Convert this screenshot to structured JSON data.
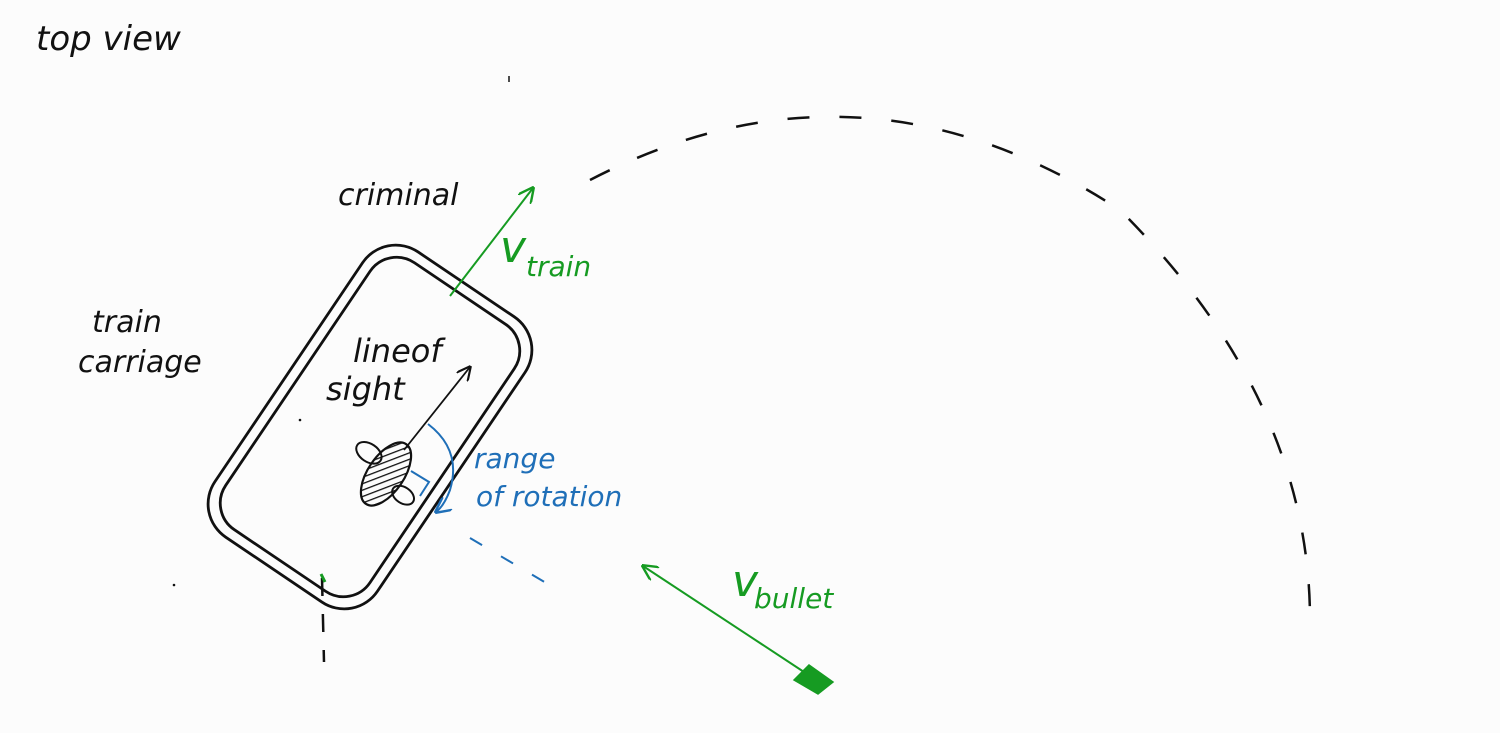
{
  "labels": {
    "view": "top view",
    "criminal": "criminal",
    "train_carriage_line1": "train",
    "train_carriage_line2": "carriage",
    "line_of_sight_line1": "lineof",
    "line_of_sight_line2": "sight",
    "range_line1": "range",
    "range_line2": "of rotation",
    "v_train_symbol": "v",
    "v_train_subscript": "train",
    "v_bullet_symbol": "v",
    "v_bullet_subscript": "bullet"
  },
  "colors": {
    "ink": "#111111",
    "green": "#169b22",
    "blue": "#1f6fb8",
    "background": "#fcfcfc"
  }
}
